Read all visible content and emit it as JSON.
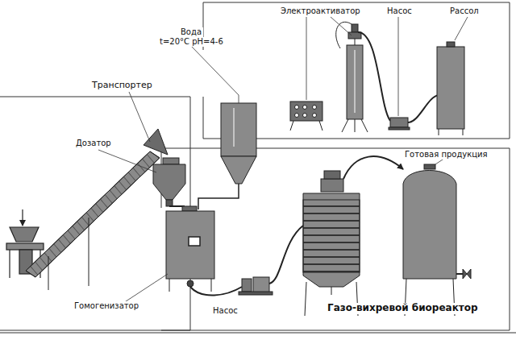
{
  "diagram": {
    "labels": [
      "Электроактиватор",
      "Насос",
      "Рассол",
      "Вода",
      "t=20°C pH=4-6",
      "Транспортер",
      "Дозатор",
      "Готовая продукция",
      "Гомогенизатор",
      "Насос",
      "Газо-вихревой биореактор"
    ]
  }
}
